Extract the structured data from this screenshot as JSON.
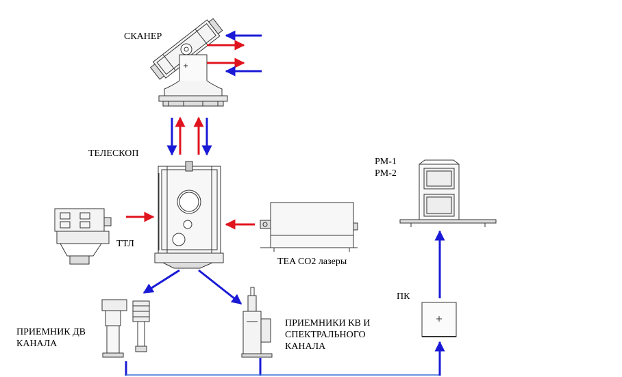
{
  "labels": {
    "scanner": "СКАНЕР",
    "telescope": "ТЕЛЕСКОП",
    "ttl": "ТТЛ",
    "lasers": "TEA CO2 лазеры",
    "rm": "РМ-1\nРМ-2",
    "pk": "ПК",
    "dv_receiver": "ПРИЕМНИК ДВ\nКАНАЛА",
    "kv_receiver": "ПРИЕМНИКИ КВ И\nСПЕКТРАЛЬНОГО\nКАНАЛА"
  },
  "colors": {
    "outgoing_beam": "#e0141e",
    "incoming_signal": "#1a1ad6",
    "signal_bus": "#3a6fd8",
    "equipment_line": "#333333"
  },
  "icons": [
    "scanner-device-icon",
    "telescope-device-icon",
    "ttl-device-icon",
    "laser-device-icon",
    "rm-device-icon",
    "pk-device-icon",
    "dv-receiver-device-icon",
    "kv-receiver-device-icon"
  ]
}
